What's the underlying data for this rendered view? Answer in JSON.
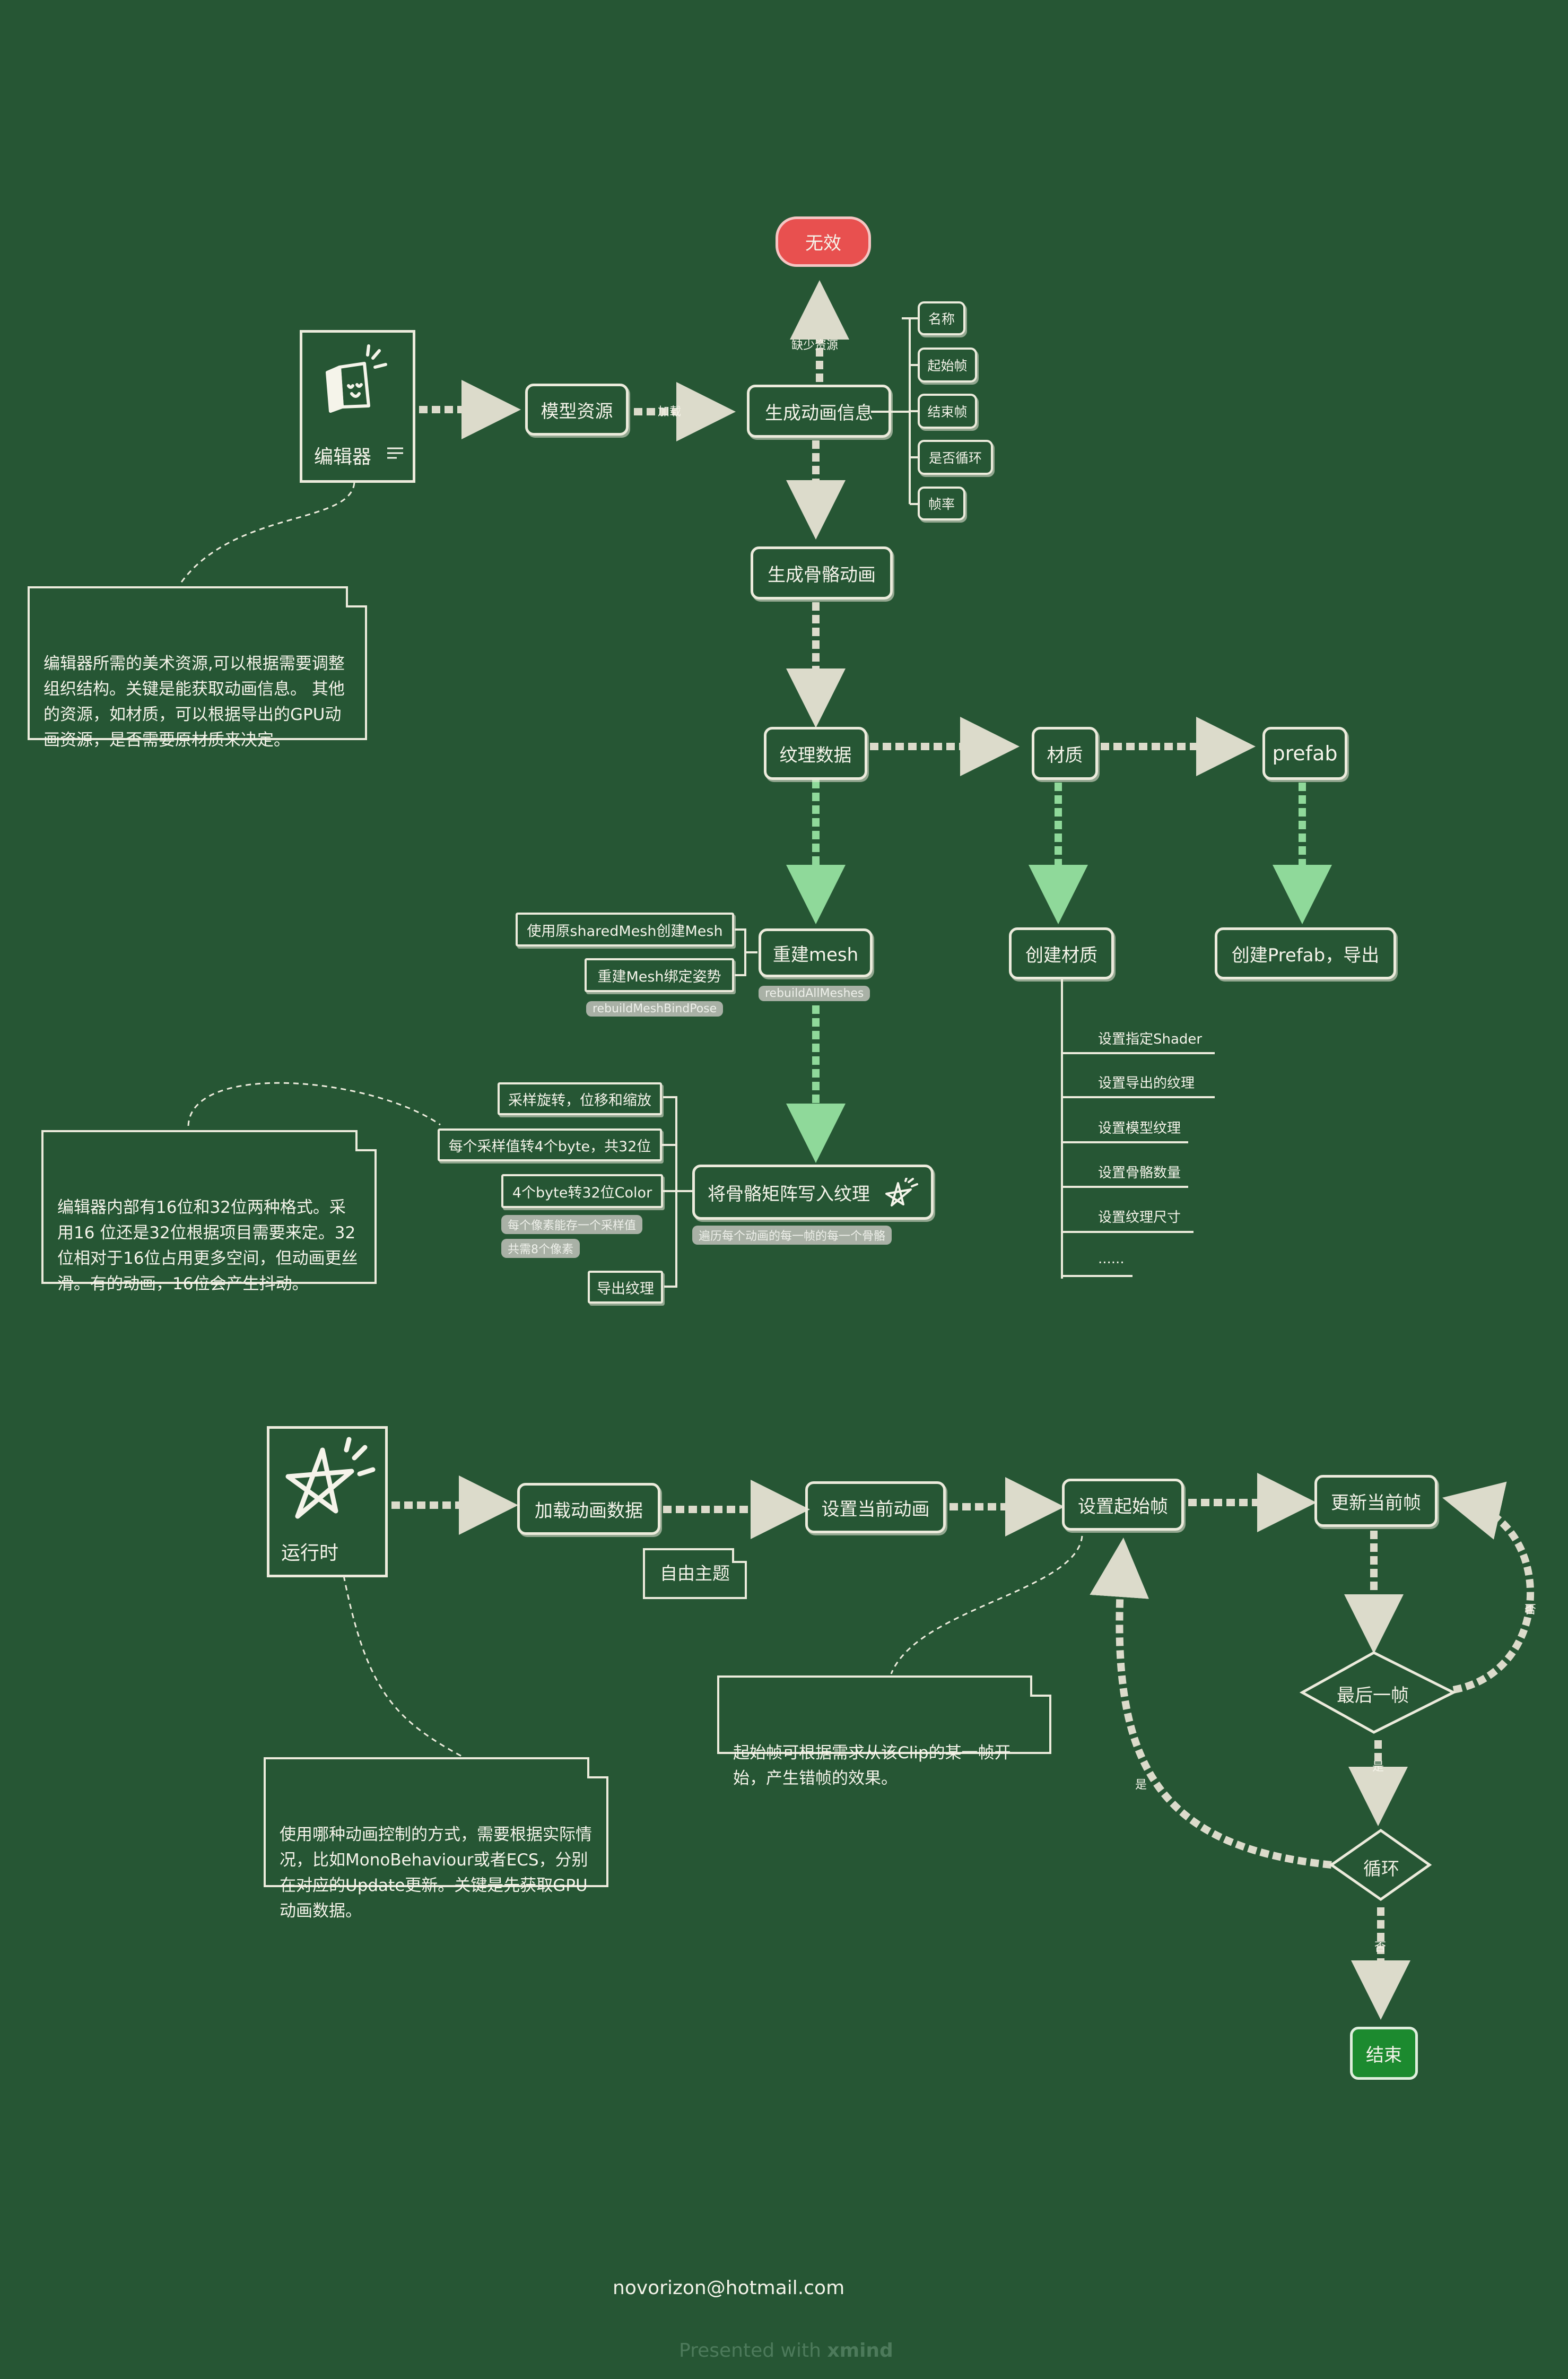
{
  "editor": {
    "title": "编辑器",
    "model_asset": "模型资源",
    "load_label": "加载",
    "gen_anim_info": "生成动画信息",
    "missing_asset": "缺少资源",
    "invalid": "无效",
    "anim_fields": [
      "名称",
      "起始帧",
      "结束帧",
      "是否循环",
      "帧率"
    ],
    "gen_skeleton_anim": "生成骨骼动画",
    "texture_data": "纹理数据",
    "material": "材质",
    "prefab": "prefab",
    "rebuild_mesh": "重建mesh",
    "rebuild_mesh_tag": "rebuildAllMeshes",
    "create_mesh_from_shared": "使用原sharedMesh创建Mesh",
    "rebuild_bind_pose": "重建Mesh绑定姿势",
    "rebuild_bind_pose_tag": "rebuildMeshBindPose",
    "create_material": "创建材质",
    "material_steps": [
      "设置指定Shader",
      "设置导出的纹理",
      "设置模型纹理",
      "设置骨骼数量",
      "设置纹理尺寸",
      "......"
    ],
    "create_prefab": "创建Prefab，导出",
    "write_bone_matrix": "将骨骼矩阵写入纹理",
    "write_bone_matrix_tag": "遍历每个动画的每一帧的每一个骨骼",
    "sample_trs": "采样旋转，位移和缩放",
    "sample_to_bytes": "每个采样值转4个byte，共32位",
    "bytes_to_color": "4个byte转32位Color",
    "pixel_tag_1": "每个像素能存一个采样值",
    "pixel_tag_2": "共需8个像素",
    "export_texture": "导出纹理",
    "note_assets": "编辑器所需的美术资源,可以根据需要调整组织结构。关键是能获取动画信息。 其他的资源，如材质，可以根据导出的GPU动画资源，是否需要原材质来决定。",
    "note_format": "编辑器内部有16位和32位两种格式。采用16 位还是32位根据项目需要来定。32位相对于16位占用更多空间，但动画更丝滑。有的动画，16位会产生抖动。"
  },
  "runtime": {
    "title": "运行时",
    "load_anim_data": "加载动画数据",
    "free_topic": "自由主题",
    "set_current_anim": "设置当前动画",
    "set_start_frame": "设置起始帧",
    "update_frame": "更新当前帧",
    "last_frame": "最后一帧",
    "loop": "循环",
    "end": "结束",
    "yes": "是",
    "no": "否",
    "note_start_frame": "起始帧可根据需求从该Clip的某一帧开始，产生错帧的效果。",
    "note_runtime": "使用哪种动画控制的方式，需要根据实际情况，比如MonoBehaviour或者ECS，分别在对应的Update更新。关键是先获取GPU动画数据。"
  },
  "footer": {
    "email": "novorizon@hotmail.com",
    "presented": "Presented with",
    "brand": "xmind"
  },
  "colors": {
    "background": "#265634",
    "line": "#ecebdc",
    "green_arrow": "#8fd99a",
    "invalid": "#e8504f",
    "end": "#1c8a2f"
  }
}
